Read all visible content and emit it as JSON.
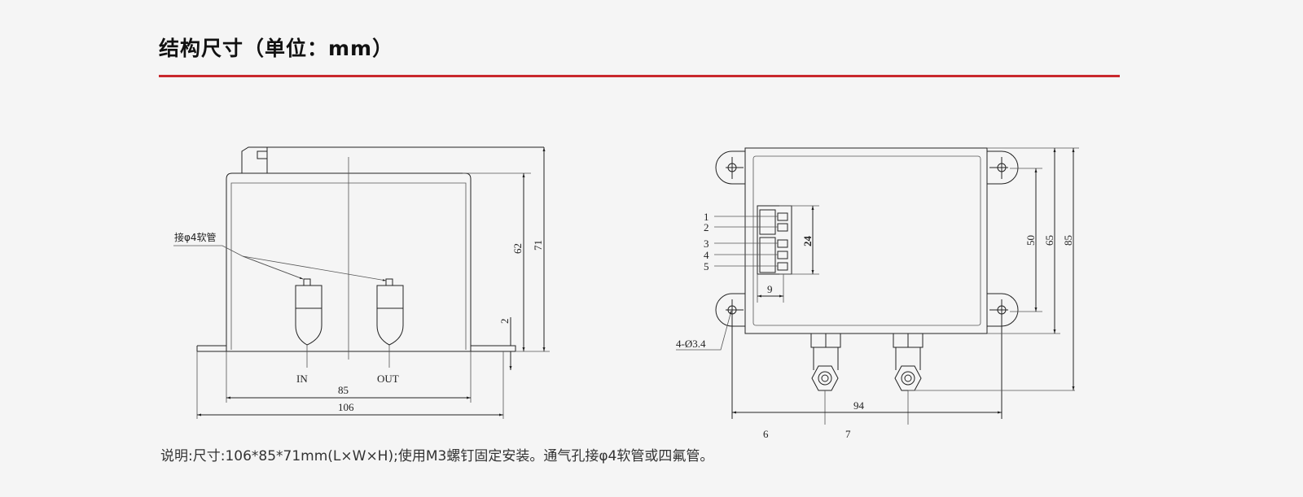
{
  "header": {
    "title": "结构尺寸（单位：mm）",
    "accent_color": "#c9282d"
  },
  "side_view": {
    "callout": "接φ4软管",
    "ports": [
      "IN",
      "OUT"
    ],
    "dims": {
      "width_inner": "85",
      "width_total": "106",
      "height_body": "62",
      "height_total": "71",
      "base": "2"
    }
  },
  "top_view": {
    "terminals": [
      "1",
      "2",
      "3",
      "4",
      "5"
    ],
    "hole_callout": "4-Ø3.4",
    "dims": {
      "terminal_height": "24",
      "terminal_width": "9",
      "hole_spacing_v": "50",
      "body_height": "65",
      "total_height": "85",
      "hole_spacing_h": "94"
    },
    "port_labels": [
      "6",
      "7"
    ]
  },
  "note": "说明:尺寸:106*85*71mm(L×W×H);使用M3螺钉固定安装。通气孔接φ4软管或四氟管。"
}
